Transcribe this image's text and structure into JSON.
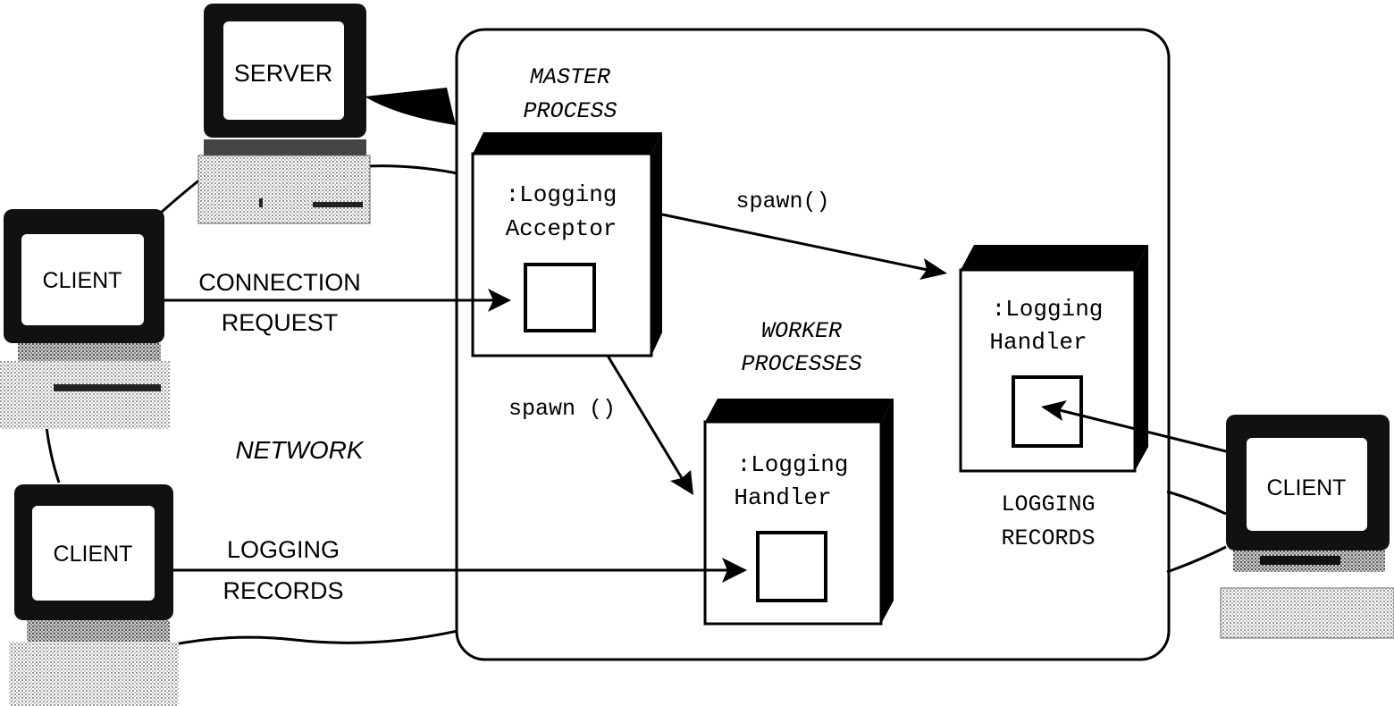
{
  "computers": {
    "server": "SERVER",
    "client_top_left": "CLIENT",
    "client_bottom_left": "CLIENT",
    "client_right": "CLIENT"
  },
  "regions": {
    "network": "NETWORK",
    "master_line1": "MASTER",
    "master_line2": "PROCESS",
    "worker_line1": "WORKER",
    "worker_line2": "PROCESSES"
  },
  "components": {
    "acceptor_line1": ":Logging",
    "acceptor_line2": "Acceptor",
    "handler_worker_line1": ":Logging",
    "handler_worker_line2": "Handler",
    "handler_right_line1": ":Logging",
    "handler_right_line2": "Handler"
  },
  "labels": {
    "connection_request_line1": "CONNECTION",
    "connection_request_line2": "REQUEST",
    "logging_records_left_line1": "LOGGING",
    "logging_records_left_line2": "RECORDS",
    "logging_records_right_line1": "LOGGING",
    "logging_records_right_line2": "RECORDS",
    "spawn_top": "spawn()",
    "spawn_bottom": "spawn ()"
  }
}
